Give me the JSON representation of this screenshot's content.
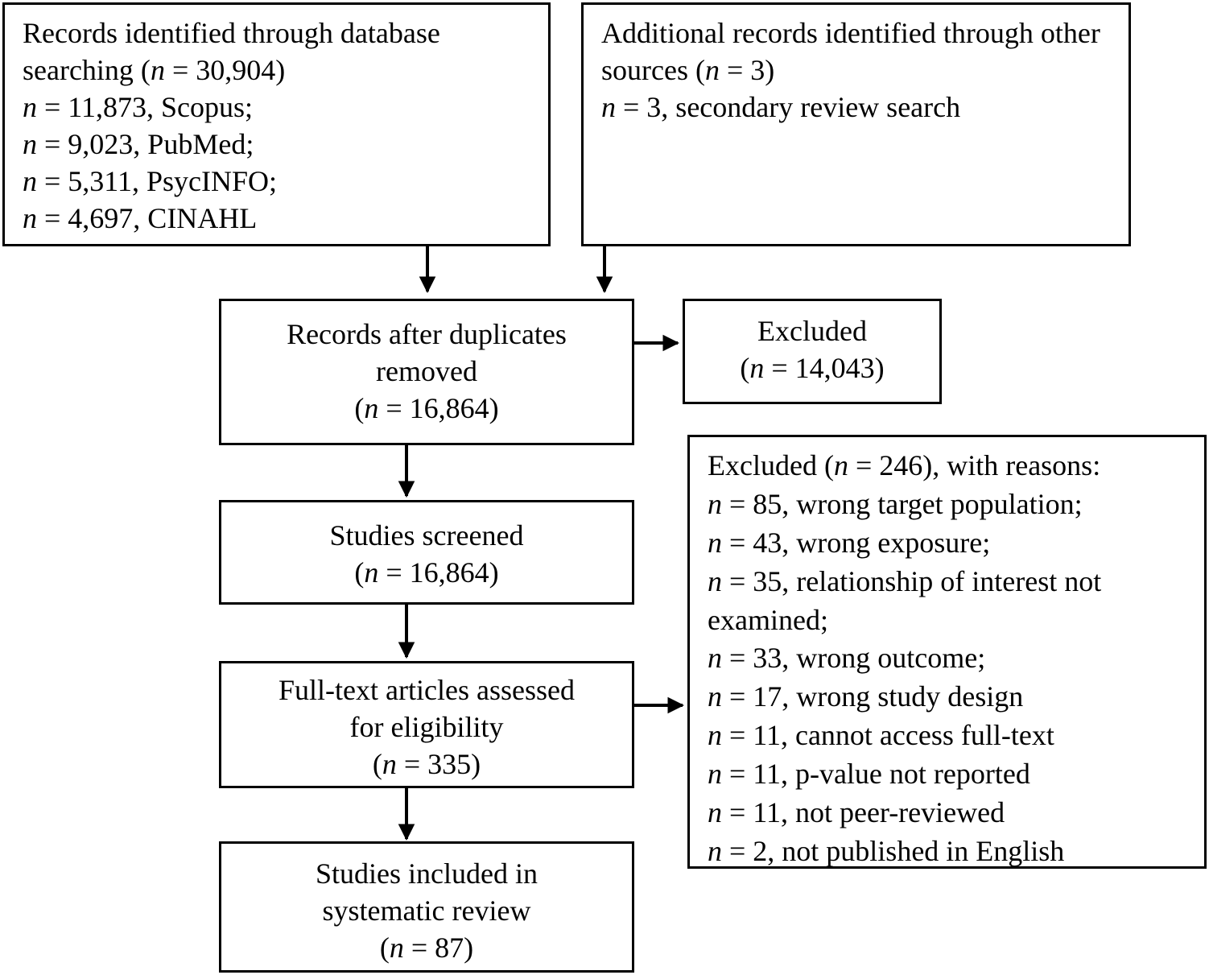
{
  "diagram": {
    "title": "PRISMA flow diagram",
    "boxes": {
      "identified_database": {
        "lines": [
          "Records identified through database",
          "searching (n = 30,904)",
          "n = 11,873, Scopus;",
          "n = 9,023, PubMed;",
          "n = 5,311, PsycINFO;",
          "n = 4,697, CINAHL"
        ],
        "text": "Records identified through database searching (n = 30,904)\nn = 11,873, Scopus;\nn = 9,023, PubMed;\nn = 5,311, PsycINFO;\nn = 4,697, CINAHL"
      },
      "identified_other": {
        "lines": [
          "Additional records identified through",
          "other sources (n = 3)",
          "n = 3, secondary review search"
        ],
        "text": "Additional records identified through other sources (n = 3)\nn = 3, secondary review search"
      },
      "after_duplicates": {
        "lines": [
          "Records after duplicates",
          "removed",
          "(n = 16,864)"
        ],
        "text": "Records after duplicates\nremoved\n(n = 16,864)"
      },
      "excluded_duplicates": {
        "lines": [
          "Excluded",
          "(n = 14,043)"
        ],
        "text": "Excluded\n(n = 14,043)"
      },
      "screened": {
        "lines": [
          "Studies screened",
          "(n = 16,864)"
        ],
        "text": "Studies screened\n(n = 16,864)"
      },
      "fulltext_assessed": {
        "lines": [
          "Full-text articles assessed",
          "for eligibility",
          "(n = 335)"
        ],
        "text": "Full-text articles assessed\nfor eligibility\n(n = 335)"
      },
      "excluded_reasons": {
        "header": "Excluded (n = 246), with reasons:",
        "reasons": [
          "n = 85, wrong target population;",
          "n = 43, wrong exposure;",
          "n = 35, relationship of interest not examined;",
          "n = 33, wrong outcome;",
          "n = 17, wrong study design",
          "n = 11, cannot access full-text",
          "n = 11, p-value not reported",
          "n = 11, not peer-reviewed",
          "n = 2, not published in English"
        ],
        "text": "Excluded (n = 246), with reasons:\nn = 85, wrong target population;\nn = 43, wrong exposure;\nn = 35, relationship of interest not examined;\nn = 33, wrong outcome;\nn = 17, wrong study design\nn = 11, cannot access full-text\nn = 11, p-value not reported\nn = 11, not peer-reviewed\nn = 2, not published in English"
      },
      "included": {
        "lines": [
          "Studies included in",
          "systematic review",
          "(n = 87)"
        ],
        "text": "Studies included in\nsystematic review\n(n = 87)"
      }
    },
    "counts": {
      "database_total": "30,904",
      "scopus": "11,873",
      "pubmed": "9,023",
      "psycinfo": "5,311",
      "cinahl": "4,697",
      "other_sources": "3",
      "secondary_review_search": "3",
      "after_duplicates": "16,864",
      "excluded_duplicates": "14,043",
      "screened": "16,864",
      "fulltext_assessed": "335",
      "excluded_with_reasons": "246",
      "wrong_target_population": "85",
      "wrong_exposure": "43",
      "relationship_not_examined": "35",
      "wrong_outcome": "33",
      "wrong_study_design": "17",
      "cannot_access_fulltext": "11",
      "pvalue_not_reported": "11",
      "not_peer_reviewed": "11",
      "not_published_english": "2",
      "included": "87"
    },
    "colors": {
      "stroke": "#000000",
      "background": "#ffffff",
      "text": "#000000"
    }
  }
}
